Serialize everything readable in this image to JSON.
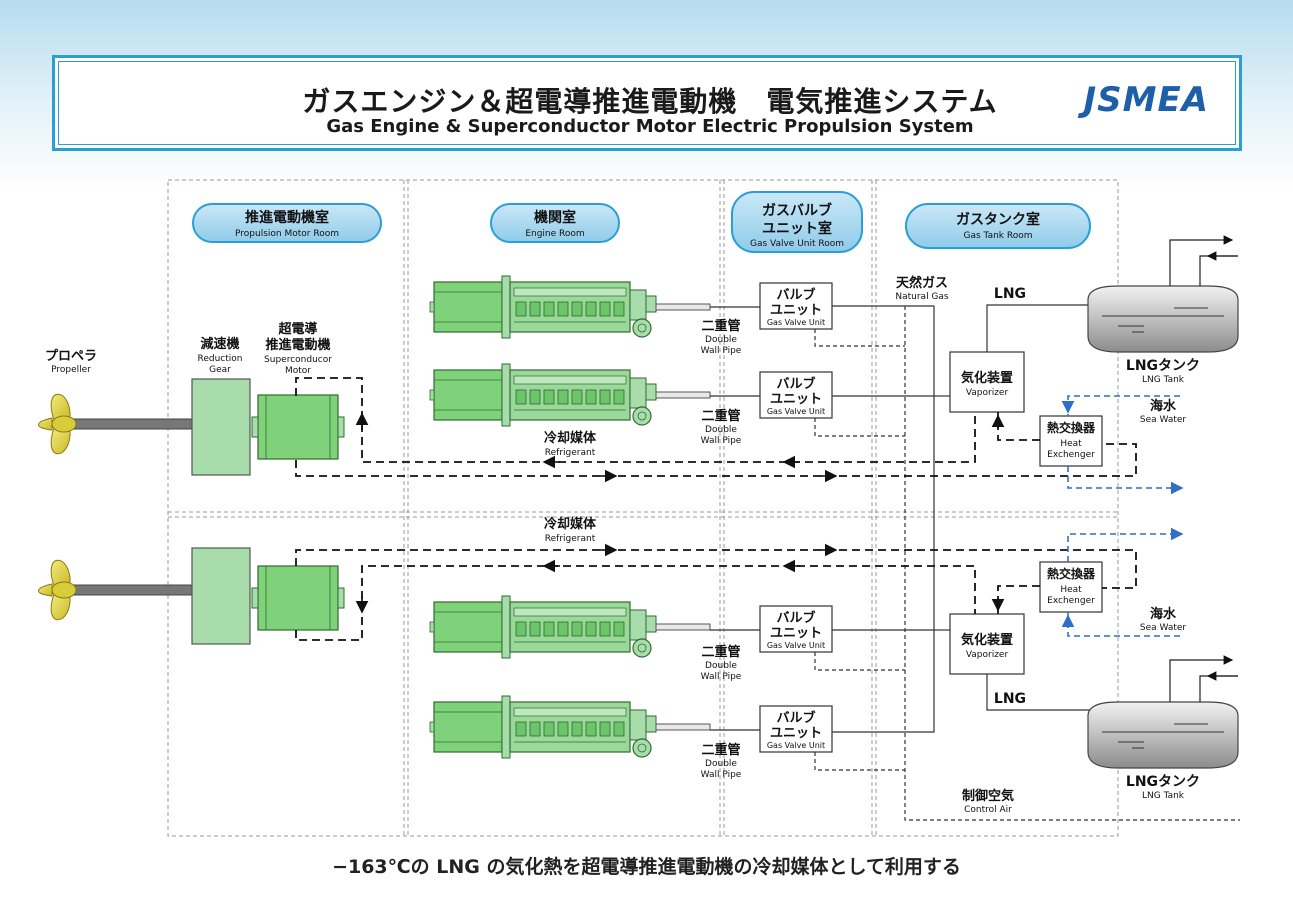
{
  "header": {
    "title_jp": "ガスエンジン＆超電導推進電動機　電気推進システム",
    "title_en": "Gas Engine & Superconductor Motor Electric Propulsion System",
    "logo": "JSMEA"
  },
  "rooms": {
    "propulsion": {
      "jp": "推進電動機室",
      "en": "Propulsion Motor Room"
    },
    "engine": {
      "jp": "機関室",
      "en": "Engine Room"
    },
    "valve": {
      "jp1": "ガスバルブ",
      "jp2": "ユニット室",
      "en": "Gas Valve Unit Room"
    },
    "tank": {
      "jp": "ガスタンク室",
      "en": "Gas Tank Room"
    }
  },
  "labels": {
    "propeller_jp": "プロペラ",
    "propeller_en": "Propeller",
    "reduction_jp": "減速機",
    "reduction_en1": "Reduction",
    "reduction_en2": "Gear",
    "motor_jp1": "超電導",
    "motor_jp2": "推進電動機",
    "motor_en1": "Superconducor",
    "motor_en2": "Motor",
    "refrigerant_jp": "冷却媒体",
    "refrigerant_en": "Refrigerant",
    "valve_jp1": "バルブ",
    "valve_jp2": "ユニット",
    "valve_en": "Gas Valve Unit",
    "dwp_jp": "二重管",
    "dwp_en1": "Double",
    "dwp_en2": "Wall Pipe",
    "natural_gas_jp": "天然ガス",
    "natural_gas_en": "Natural Gas",
    "lng": "LNG",
    "vaporizer_jp": "気化装置",
    "vaporizer_en": "Vaporizer",
    "hx_jp": "熱交換器",
    "hx_en1": "Heat",
    "hx_en2": "Exchenger",
    "seawater_jp": "海水",
    "seawater_en": "Sea Water",
    "lng_tank_jp": "LNGタンク",
    "lng_tank_en": "LNG Tank",
    "control_air_jp": "制御空気",
    "control_air_en": "Control Air"
  },
  "footer": "−163℃の LNG の気化熱を超電導推進電動機の冷却媒体として利用する",
  "colors": {
    "accent_blue": "#2a9fd6",
    "room_pill": "#a8d6ee",
    "engine_green": "#7fd27a",
    "gear_green": "#a9dcab",
    "seawater_blue": "#2f6fc8",
    "logo_blue": "#1d5fa8"
  },
  "icons": [
    "propeller-icon",
    "gas-engine-icon",
    "lng-tank-icon"
  ]
}
